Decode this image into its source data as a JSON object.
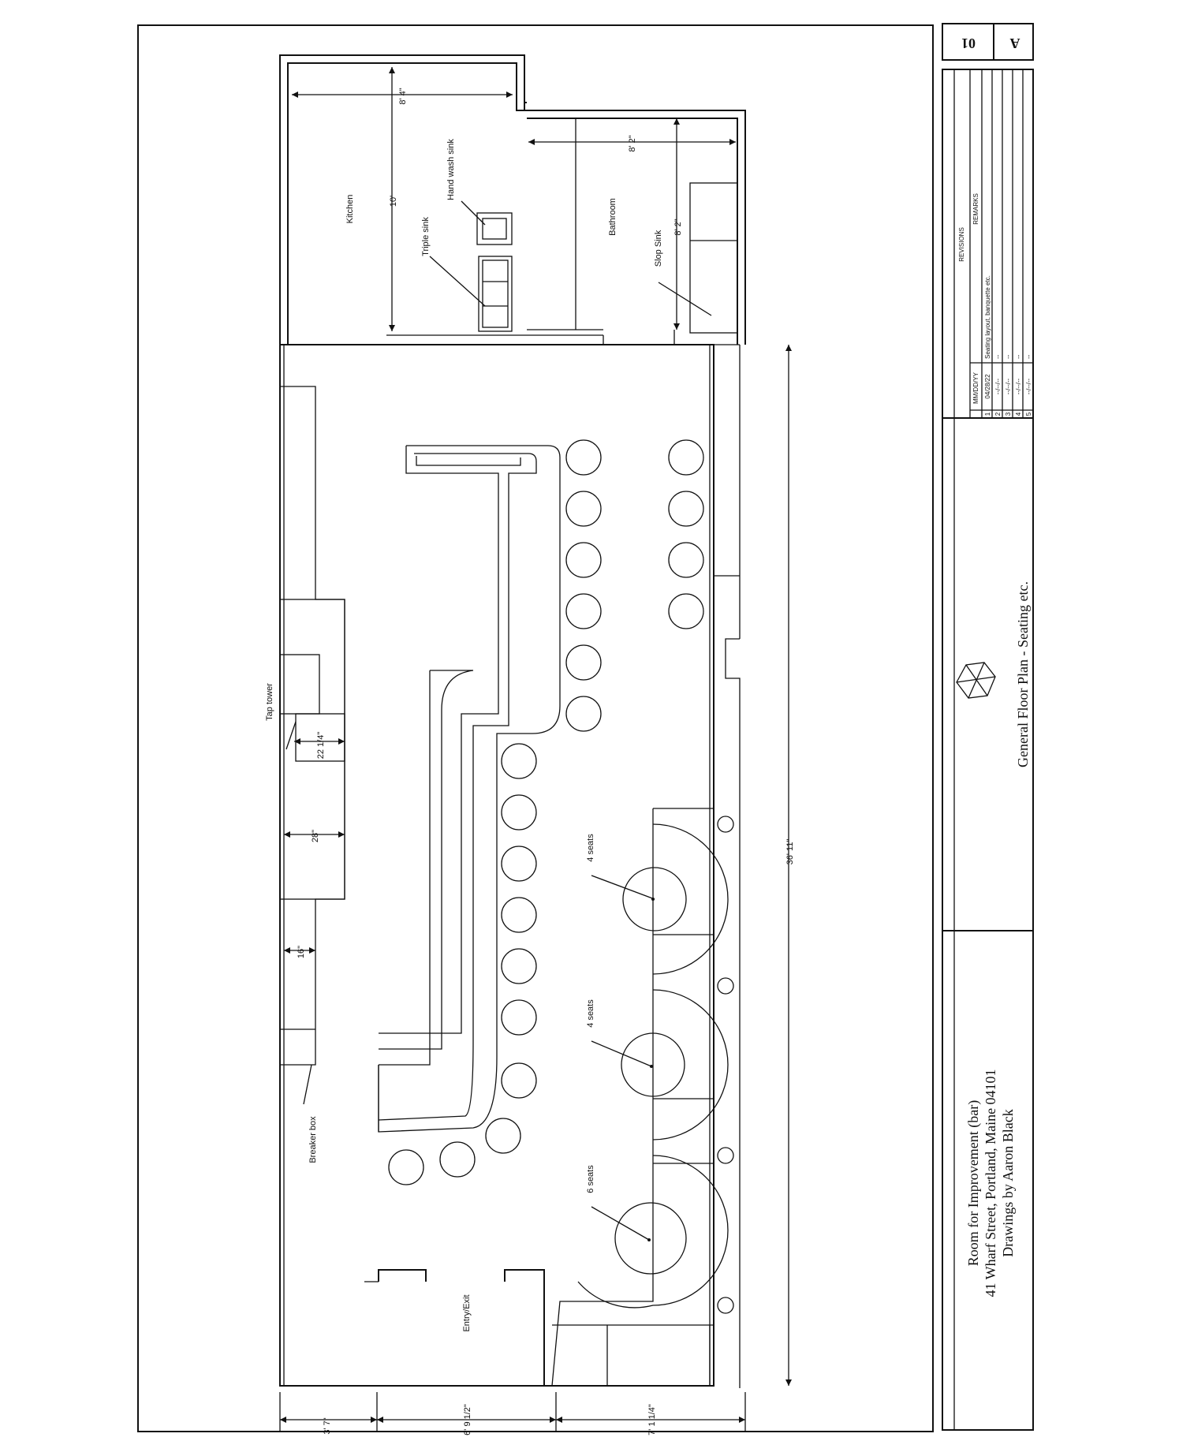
{
  "sheet": {
    "number": "01",
    "revision": "A"
  },
  "title_block": {
    "title": "Room for Improvement (bar)",
    "address": "41 Wharf Street, Portland, Maine 04101",
    "drawn_by": "Drawings  by Aaron Black",
    "drawing_title": "General Floor Plan - Seating etc."
  },
  "revisions": {
    "heading": "REVISIONS",
    "date_header": "MM/DD/YY",
    "remarks_header": "REMARKS",
    "rows": [
      {
        "n": "1",
        "date": "04/28/22",
        "remark": "Seating layout, banquette etc."
      },
      {
        "n": "2",
        "date": "--/--/--",
        "remark": "--"
      },
      {
        "n": "3",
        "date": "--/--/--",
        "remark": "--"
      },
      {
        "n": "4",
        "date": "--/--/--",
        "remark": "--"
      },
      {
        "n": "5",
        "date": "--/--/--",
        "remark": "--"
      }
    ]
  },
  "labels": {
    "kitchen": "Kitchen",
    "bathroom": "Bathroom",
    "triple_sink": "Triple sink",
    "hand_wash_sink": "Hand wash sink",
    "slop_sink": "Slop Sink",
    "tap_tower": "Tap tower",
    "breaker_box": "Breaker box",
    "entry_exit": "Entry/Exit",
    "booth_1": "4 seats",
    "booth_2": "4 seats",
    "booth_3": "6 seats"
  },
  "dimensions": {
    "kitchen_width": "8' 4\"",
    "kitchen_depth": "10'",
    "bathroom_width": "8' 2\"",
    "bathroom_depth": "8' 2\"",
    "tap_tower": "22 1/4\"",
    "bar_28": "28\"",
    "bar_16": "16\"",
    "overall_length": "36' 11\"",
    "bottom_1": "3' 7\"",
    "bottom_2": "6' 9 1/2\"",
    "bottom_3": "7' 1 1/4\""
  }
}
